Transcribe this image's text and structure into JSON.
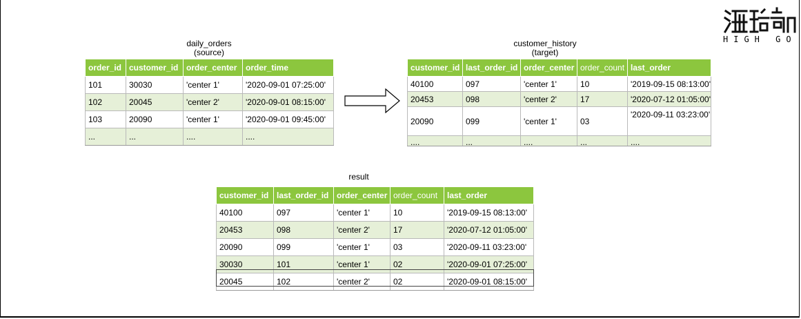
{
  "daily_orders": {
    "title": "daily_orders",
    "subtitle": "(source)",
    "columns": [
      "order_id",
      "customer_id",
      "order_center",
      "order_time"
    ],
    "rows": [
      [
        "101",
        "30030",
        "'center 1'",
        "'2020-09-01 07:25:00'"
      ],
      [
        "102",
        "20045",
        "'center 2'",
        "'2020-09-01 08:15:00'"
      ],
      [
        "103",
        "20090",
        "'center 1'",
        "'2020-09-01 09:45:00'"
      ],
      [
        "...",
        "...",
        "....",
        "...."
      ]
    ]
  },
  "customer_history": {
    "title": "customer_history",
    "subtitle": "(target)",
    "columns": [
      "customer_id",
      "last_order_id",
      "order_center",
      "order_count",
      "last_order"
    ],
    "rows": [
      [
        "40100",
        "097",
        "'center 1'",
        "10",
        "'2019-09-15 08:13:00'"
      ],
      [
        "20453",
        "098",
        "'center 2'",
        "17",
        "'2020-07-12 01:05:00'"
      ],
      [
        "20090",
        "099",
        "'center 1'",
        "03",
        "'2020-09-11 03:23:00'"
      ],
      [
        "....",
        "...",
        "....",
        "...",
        "...."
      ]
    ]
  },
  "result": {
    "title": "result",
    "columns": [
      "customer_id",
      "last_order_id",
      "order_center",
      "order_count",
      "last_order"
    ],
    "rows": [
      [
        "40100",
        "097",
        "'center 1'",
        "10",
        "'2019-09-15 08:13:00'"
      ],
      [
        "20453",
        "098",
        "'center 2'",
        "17",
        "'2020-07-12 01:05:00'"
      ],
      [
        "20090",
        "099",
        "'center 1'",
        "03",
        "'2020-09-11 03:23:00'"
      ],
      [
        "30030",
        "101",
        "'center 1'",
        "02",
        "'2020-09-01 07:25:00'"
      ],
      [
        "20045",
        "102",
        "'center 2'",
        "02",
        "'2020-09-01 08:15:00'"
      ]
    ]
  },
  "logo": {
    "chinese": "瀚高",
    "english": "HIGH GO"
  },
  "colors": {
    "header_green": "#8cc63e",
    "stripe_green": "#e6f0d8"
  }
}
